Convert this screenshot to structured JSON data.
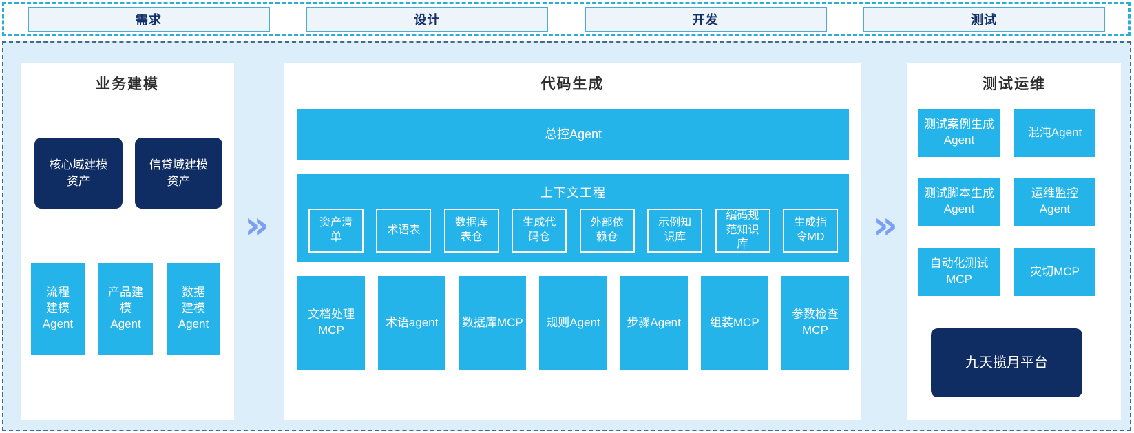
{
  "phases": {
    "items": [
      {
        "label": "需求"
      },
      {
        "label": "设计"
      },
      {
        "label": "开发"
      },
      {
        "label": "测试"
      }
    ]
  },
  "arrows": {
    "glyph": "»"
  },
  "panels": {
    "business": {
      "title": "业务建模",
      "assets": [
        "核心域建模资产",
        "信贷域建模资产"
      ],
      "agents": [
        "流程建模Agent",
        "产品建模Agent",
        "数据建模Agent"
      ]
    },
    "codegen": {
      "title": "代码生成",
      "master_agent": "总控Agent",
      "context": {
        "title": "上下文工程",
        "items": [
          "资产清单",
          "术语表",
          "数据库表仓",
          "生成代码仓",
          "外部依赖仓",
          "示例知识库",
          "编码规范知识库",
          "生成指令MD"
        ]
      },
      "tools": [
        "文档处理MCP",
        "术语agent",
        "数据库MCP",
        "规则Agent",
        "步骤Agent",
        "组装MCP",
        "参数检查MCP"
      ]
    },
    "testops": {
      "title": "测试运维",
      "boxes": [
        "测试案例生成Agent",
        "混沌Agent",
        "测试脚本生成Agent",
        "运维监控Agent",
        "自动化测试MCP",
        "灾切MCP"
      ],
      "platform": "九天揽月平台"
    }
  },
  "colors": {
    "cyan": "#25b4e9",
    "navy": "#0f2c63",
    "container_bg": "#dbeefa",
    "phase_border": "#2aaed6",
    "main_border": "#44688e",
    "chevron": "#7b9ff2"
  }
}
